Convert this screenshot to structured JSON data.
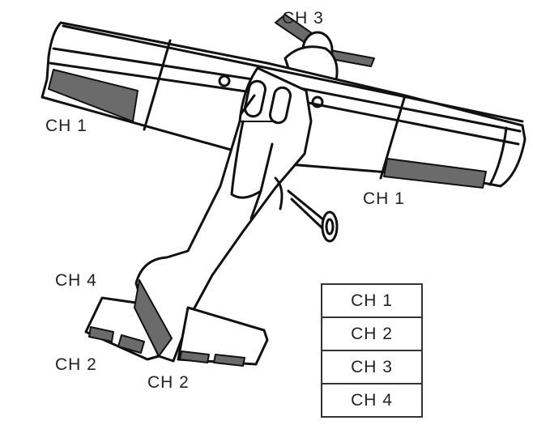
{
  "labels": {
    "top_propeller": "CH 3",
    "left_wing": "CH 1",
    "right_wing": "CH 1",
    "left_tail_rudder": "CH 4",
    "left_tail_elevator": "CH 2",
    "bottom_elevator": "CH 2"
  },
  "legend": [
    "CH 1",
    "CH 2",
    "CH 3",
    "CH 4"
  ],
  "colors": {
    "line": "#111111",
    "control_surface": "#6b6b6b",
    "background": "#ffffff"
  }
}
